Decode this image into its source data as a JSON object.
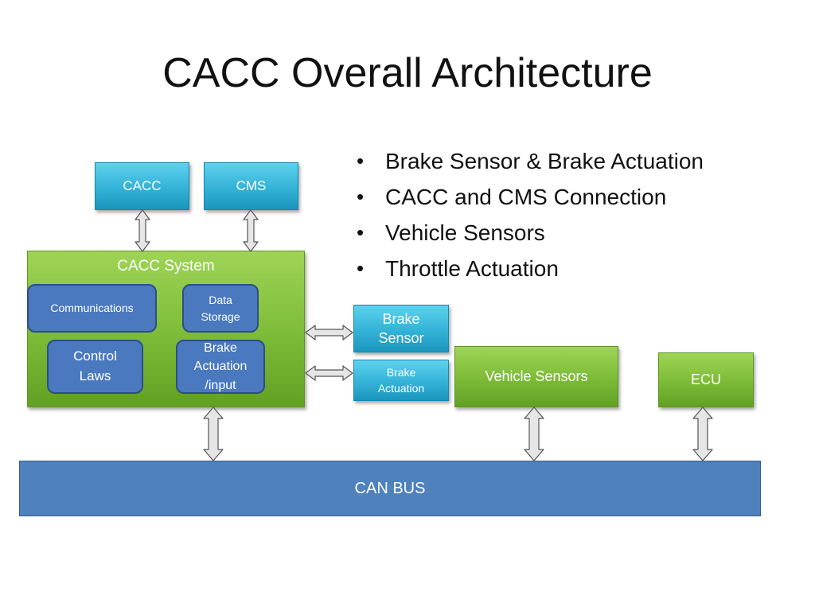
{
  "title": "CACC Overall Architecture",
  "bullets": [
    "Brake Sensor & Brake Actuation",
    "CACC  and CMS Connection",
    "Vehicle Sensors",
    "Throttle Actuation"
  ],
  "diagram": {
    "cacc": "CACC",
    "cms": "CMS",
    "cacc_system": {
      "label": "CACC System",
      "communications": "Communications",
      "data_storage": [
        "Data",
        "Storage"
      ],
      "control_laws": [
        "Control",
        "Laws"
      ],
      "brake_actuation_input": [
        "Brake",
        "Actuation",
        "/input"
      ]
    },
    "brake_sensor": [
      "Brake",
      "Sensor"
    ],
    "brake_actuation": [
      "Brake",
      "Actuation"
    ],
    "vehicle_sensors": "Vehicle Sensors",
    "ecu": "ECU",
    "can_bus": "CAN BUS"
  }
}
